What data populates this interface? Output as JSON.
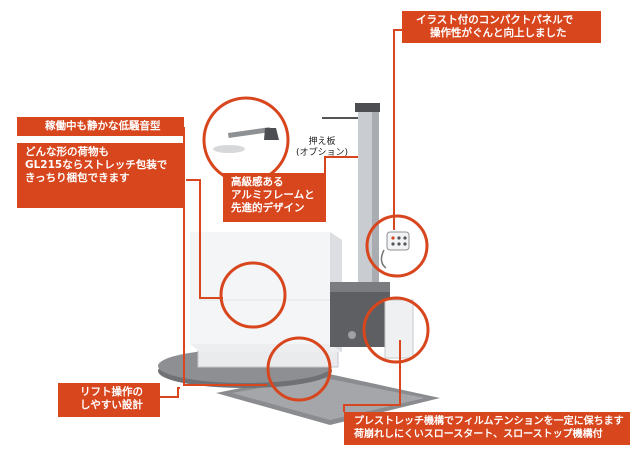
{
  "callouts": {
    "panel": [
      "イラスト付のコンパクトパネルで",
      "操作性がぐんと向上しました"
    ],
    "low_noise": "稼働中も静かな低騒音型",
    "stretch": [
      "どんな形の荷物も",
      "GL215ならストレッチ包装で",
      "きっちり梱包できます"
    ],
    "frame": [
      "高級感ある",
      "アルミフレームと",
      "先進的デザイン"
    ],
    "lift": [
      "リフト操作の",
      "しやすい設計"
    ],
    "prestretch": [
      "プレストレッチ機構でフィルムテンションを一定に保ちます",
      "荷崩れしにくいスロースタート、スローストップ機構付"
    ]
  },
  "presser_caption": [
    "押え板",
    "(オプション)"
  ],
  "colors": {
    "accent": "#d8461e",
    "frame": "#c9ccd0",
    "base": "#7d7f82"
  }
}
